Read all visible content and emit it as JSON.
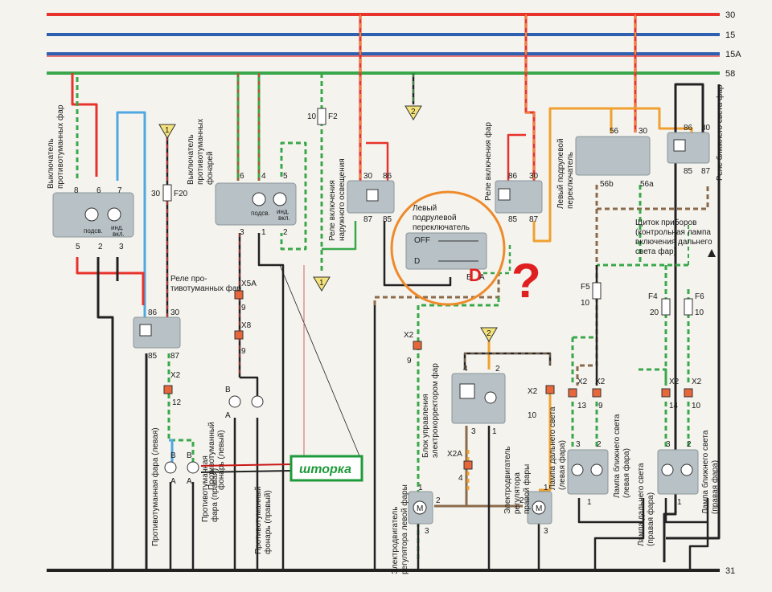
{
  "rails": [
    {
      "label": "30",
      "color": "#e8322c"
    },
    {
      "label": "15",
      "color": "#2f5fb0"
    },
    {
      "label": "15A",
      "color": "#2f5fb0"
    },
    {
      "label": "58",
      "color": "#3aa84a"
    },
    {
      "label": "31",
      "color": "#222222"
    }
  ],
  "fuses": {
    "f2": "F2",
    "f2_val": "10",
    "f20": "F20",
    "f20_val": "30",
    "f5": "F5",
    "f5_val": "10",
    "f4": "F4",
    "f4_val": "20",
    "f6": "F6",
    "f6_val": "10"
  },
  "refs": {
    "r1": "1",
    "r2": "2"
  },
  "components": {
    "foglight_switch": {
      "lines": [
        "Выключатель",
        "противотуманных фар"
      ],
      "pins_top": [
        "8",
        "6",
        "7"
      ],
      "pins_bottom": [
        "5",
        "2",
        "3"
      ],
      "sub1": "подсв.",
      "sub2": "инд.",
      "sub3": "вкл."
    },
    "rear_fog_switch": {
      "lines": [
        "Выключатель",
        "противотуманных",
        "фонарей"
      ],
      "pins_top": [
        "6",
        "4",
        "5"
      ],
      "pins_bottom": [
        "3",
        "1",
        "2"
      ],
      "sub1": "подсв.",
      "sub2": "инд.",
      "sub3": "вкл."
    },
    "ext_light_relay": {
      "lines": [
        "Реле включения",
        "наружного освещения"
      ],
      "pins": [
        "30",
        "86",
        "87",
        "85"
      ]
    },
    "fog_relay": {
      "lines": [
        "Реле про-",
        "тивотуманных фар"
      ],
      "pins": [
        "86",
        "30",
        "85",
        "87"
      ]
    },
    "left_stalk": {
      "lines": [
        "Левый",
        "подрулевой",
        "переключатель"
      ],
      "off": "OFF",
      "pos": "D",
      "pins": [
        "B",
        "A"
      ]
    },
    "headlight_relay": {
      "lines": [
        "Реле включения фар"
      ],
      "pins": [
        "86",
        "30",
        "85",
        "87"
      ]
    },
    "left_stalk2": {
      "lines": [
        "Левый подрулевой",
        "переключатель"
      ],
      "pins": [
        "56",
        "30",
        "56b",
        "56a"
      ]
    },
    "low_beam_relay": {
      "lines": [
        "Реле ближнего света фар"
      ],
      "pins": [
        "86",
        "30",
        "85",
        "87"
      ]
    },
    "dashboard": {
      "lines": [
        "Щиток приборов",
        "(контрольная лампа",
        "включения дальнего",
        "света фар)"
      ]
    },
    "corrector_block": {
      "lines": [
        "Блок управления",
        "электрокорректором фар"
      ],
      "pins": [
        "4",
        "2",
        "3",
        "1"
      ]
    },
    "motor_left": {
      "lines": [
        "Электродвигатель",
        "регулятора левой фары"
      ],
      "pins": [
        "1",
        "2",
        "3"
      ]
    },
    "motor_right": {
      "lines": [
        "Электродвигатель",
        "регулятора",
        "правой фары"
      ],
      "pins": [
        "1",
        "2",
        "3"
      ]
    },
    "fog_lamp_left": {
      "lines": [
        "Противотуманная фара (левая)"
      ],
      "pins": [
        "B",
        "A"
      ]
    },
    "fog_lamp_right": {
      "lines": [
        "Противотуманная",
        "фара (правая)"
      ],
      "pins": [
        "B",
        "A"
      ]
    },
    "rear_fog_left": {
      "lines": [
        "Противотуманный",
        "фонарь (левый)"
      ],
      "pins": [
        "B",
        "A"
      ]
    },
    "rear_fog_right": {
      "lines": [
        "Противотуманный",
        "фонарь (правый)"
      ]
    },
    "high_left": {
      "lines": [
        "Лампа дальнего света",
        "(левая фара)"
      ],
      "pins": [
        "3",
        "2",
        "1"
      ]
    },
    "low_left": {
      "lines": [
        "Лампа ближнего света",
        "(левая фара)"
      ]
    },
    "high_right": {
      "lines": [
        "Лампа дальнего света",
        "(правая фара)"
      ],
      "pins": [
        "3",
        "2",
        "1"
      ]
    },
    "low_right": {
      "lines": [
        "Лампа ближнего света",
        "(правая фара)"
      ]
    }
  },
  "connectors": {
    "x5a": "X5A",
    "x5a_pin": "9",
    "x8": "X8",
    "x8_pin": "9",
    "x2_fog": "X2",
    "x2_fog_pin": "12",
    "x2_reg": "X2",
    "x2_reg_pin": "9",
    "x2a": "X2A",
    "x2a_pin": "4",
    "x2_hb": "X2",
    "x2_hb_pin": "10",
    "x2_a": "X2",
    "x2_a_pin": "13",
    "x2_b": "X2",
    "x2_b_pin": "9",
    "x2_c": "X2",
    "x2_c_pin": "14",
    "x2_d": "X2",
    "x2_d_pin": "10"
  },
  "annotations": {
    "shtorka": "шторка",
    "question": "?",
    "d_mark": "D"
  },
  "colors": {
    "red": "#e8322c",
    "blue": "#2f5fb0",
    "green": "#3aa84a",
    "black": "#222222",
    "orange": "#f0a030",
    "cyan": "#4fa8e0",
    "brown": "#8a6a4a",
    "component": "#b8c2c6",
    "shtorka_green": "#1e9a3a",
    "circle": "#ee8a2a"
  }
}
